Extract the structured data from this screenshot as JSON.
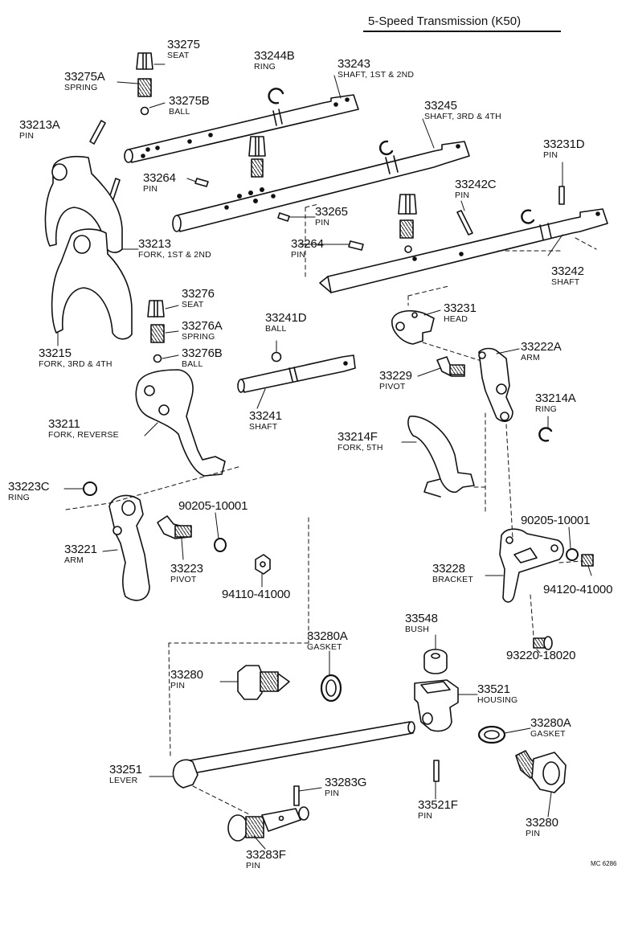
{
  "title": "5-Speed Transmission (K50)",
  "code": "MC 6286",
  "parts": [
    {
      "number": "33275",
      "name": "SEAT"
    },
    {
      "number": "33275A",
      "name": "SPRING"
    },
    {
      "number": "33275B",
      "name": "BALL"
    },
    {
      "number": "33244B",
      "name": "RING"
    },
    {
      "number": "33243",
      "name": "SHAFT, 1ST & 2ND"
    },
    {
      "number": "33245",
      "name": "SHAFT, 3RD & 4TH"
    },
    {
      "number": "33213A",
      "name": "PIN"
    },
    {
      "number": "33231D",
      "name": "PIN"
    },
    {
      "number": "33264",
      "name": "PIN"
    },
    {
      "number": "33242C",
      "name": "PIN"
    },
    {
      "number": "33265",
      "name": "PIN"
    },
    {
      "number": "33213",
      "name": "FORK, 1ST & 2ND"
    },
    {
      "number": "33264",
      "name": "PIN"
    },
    {
      "number": "33242",
      "name": "SHAFT"
    },
    {
      "number": "33276",
      "name": "SEAT"
    },
    {
      "number": "33276A",
      "name": "SPRING"
    },
    {
      "number": "33215",
      "name": "FORK, 3RD & 4TH"
    },
    {
      "number": "33276B",
      "name": "BALL"
    },
    {
      "number": "33241D",
      "name": "BALL"
    },
    {
      "number": "33231",
      "name": "HEAD"
    },
    {
      "number": "33222A",
      "name": "ARM"
    },
    {
      "number": "33229",
      "name": "PIVOT"
    },
    {
      "number": "33214A",
      "name": "RING"
    },
    {
      "number": "33211",
      "name": "FORK, REVERSE"
    },
    {
      "number": "33241",
      "name": "SHAFT"
    },
    {
      "number": "33214F",
      "name": "FORK, 5TH"
    },
    {
      "number": "33223C",
      "name": "RING"
    },
    {
      "number": "90205-10001",
      "name": ""
    },
    {
      "number": "90205-10001",
      "name": ""
    },
    {
      "number": "33221",
      "name": "ARM"
    },
    {
      "number": "33223",
      "name": "PIVOT"
    },
    {
      "number": "94110-41000",
      "name": ""
    },
    {
      "number": "33228",
      "name": "BRACKET"
    },
    {
      "number": "94120-41000",
      "name": ""
    },
    {
      "number": "33548",
      "name": "BUSH"
    },
    {
      "number": "93220-18020",
      "name": ""
    },
    {
      "number": "33280A",
      "name": "GASKET"
    },
    {
      "number": "33280",
      "name": "PIN"
    },
    {
      "number": "33521",
      "name": "HOUSING"
    },
    {
      "number": "33280A",
      "name": "GASKET"
    },
    {
      "number": "33251",
      "name": "LEVER"
    },
    {
      "number": "33283G",
      "name": "PIN"
    },
    {
      "number": "33521F",
      "name": "PIN"
    },
    {
      "number": "33280",
      "name": "PIN"
    },
    {
      "number": "33283F",
      "name": "PIN"
    }
  ]
}
